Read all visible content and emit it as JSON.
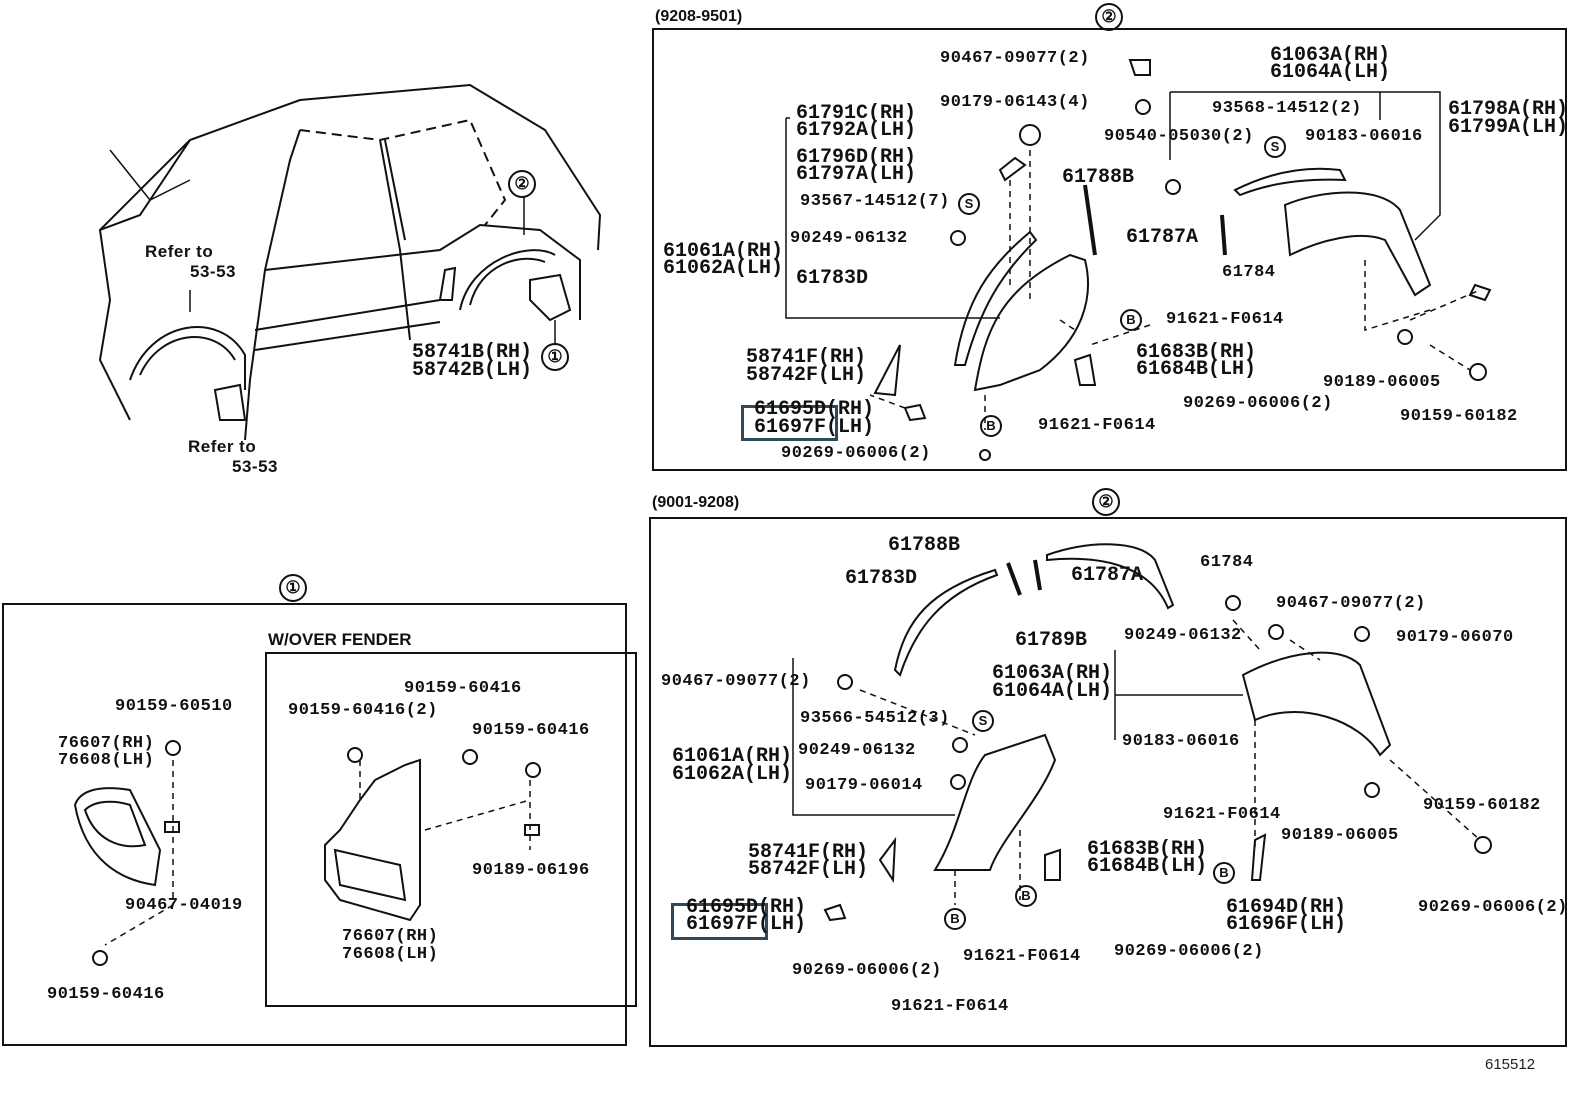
{
  "figure_number": "615512",
  "overview": {
    "callouts": [
      "②",
      "①"
    ],
    "refer_front": [
      "Refer to",
      "53-53"
    ],
    "refer_rear": [
      "Refer to",
      "53-53"
    ],
    "labels": [
      "58741B(RH)",
      "58742B(LH)"
    ]
  },
  "mudguard_panel": {
    "callout": "①",
    "inner_title": "W/OVER FENDER",
    "labels": [
      "90159-60510",
      "76607(RH)",
      "76608(LH)",
      "90467-04019",
      "90159-60416",
      "90159-60416",
      "90159-60416(2)",
      "90159-60416",
      "90189-06196",
      "76607(RH)",
      "76608(LH)"
    ]
  },
  "panel_9208_9501": {
    "period": "(9208-9501)",
    "callout": "②",
    "highlighted_part": "61697F(LH)",
    "labels": [
      "90467-09077(2)",
      "90179-06143(4)",
      "61791C(RH)",
      "61792A(LH)",
      "61796D(RH)",
      "61797A(LH)",
      "93567-14512(7)",
      "90249-06132",
      "61061A(RH)",
      "61062A(LH)",
      "61783D",
      "58741F(RH)",
      "58742F(LH)",
      "61695D(RH)",
      "61697F(LH)",
      "90269-06006(2)",
      "91621-F0614",
      "91621-F0614",
      "61683B(RH)",
      "61684B(LH)",
      "90269-06006(2)",
      "61788B",
      "61787A",
      "61784",
      "61063A(RH)",
      "61064A(LH)",
      "93568-14512(2)",
      "90540-05030(2)",
      "90183-06016",
      "61798A(RH)",
      "61799A(LH)",
      "90189-06005",
      "90159-60182"
    ],
    "markers": [
      "S",
      "S",
      "B",
      "B"
    ]
  },
  "panel_9001_9208": {
    "period": "(9001-9208)",
    "callout": "②",
    "highlighted_part": "61697F(LH)",
    "labels": [
      "61788B",
      "61783D",
      "61787A",
      "61784",
      "61789B",
      "90467-09077(2)",
      "90249-06132",
      "90179-06070",
      "90467-09077(2)",
      "61063A(RH)",
      "61064A(LH)",
      "93566-54512(3)",
      "61061A(RH)",
      "61062A(LH)",
      "90249-06132",
      "90179-06014",
      "90183-06016",
      "91621-F0614",
      "90159-60182",
      "90189-06005",
      "58741F(RH)",
      "58742F(LH)",
      "61683B(RH)",
      "61684B(LH)",
      "61695D(RH)",
      "61697F(LH)",
      "61694D(RH)",
      "61696F(LH)",
      "90269-06006(2)",
      "90269-06006(2)",
      "91621-F0614",
      "90269-06006(2)",
      "91621-F0614"
    ],
    "markers": [
      "S",
      "B",
      "B",
      "B"
    ]
  },
  "colors": {
    "line": "#111111",
    "highlight": "#2e4a5a",
    "background": "#ffffff"
  }
}
